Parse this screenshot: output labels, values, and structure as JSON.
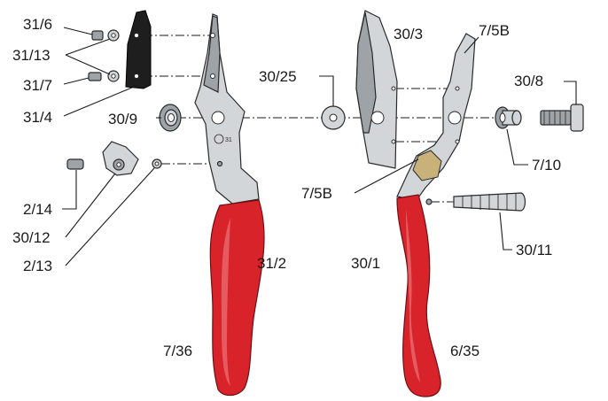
{
  "labels": {
    "p31_6": "31/6",
    "p31_13": "31/13",
    "p31_7": "31/7",
    "p31_4": "31/4",
    "p30_9": "30/9",
    "p2_14": "2/14",
    "p30_12": "30/12",
    "p2_13": "2/13",
    "p31_2": "31/2",
    "p7_36": "7/36",
    "p30_25": "30/25",
    "p30_3": "30/3",
    "p7_5b_top": "7/5B",
    "p30_8": "30/8",
    "p7_10": "7/10",
    "p7_5b_mid": "7/5B",
    "p30_11": "30/11",
    "p30_1": "30/1",
    "p6_35": "6/35"
  },
  "stamp": {
    "model": "31"
  },
  "colors": {
    "handle": "#d8232a",
    "metal": "#d3d6d8",
    "anvil": "#1e1e1e"
  }
}
